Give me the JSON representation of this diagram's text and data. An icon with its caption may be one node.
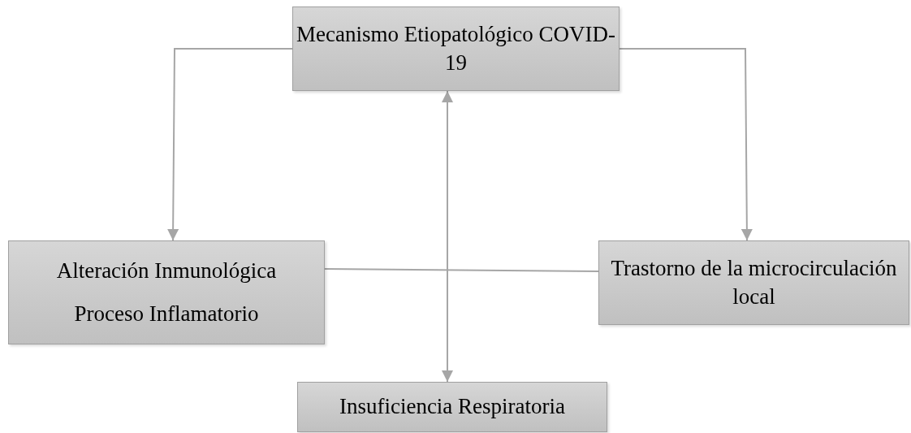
{
  "diagram": {
    "nodes": [
      {
        "text": [
          "Mecanismo Etiopatológico COVID-19"
        ]
      },
      {
        "text": [
          "Alteración Inmunológica",
          "Proceso Inflamatorio"
        ]
      },
      {
        "text": [
          "Trastorno de la microcirculación local"
        ]
      },
      {
        "text": [
          "Insuficiencia Respiratoria"
        ]
      }
    ],
    "edges": [
      {
        "from": 0,
        "to": 1,
        "arrow": "to"
      },
      {
        "from": 0,
        "to": 2,
        "arrow": "to"
      },
      {
        "from": 3,
        "to": 0,
        "arrow": "both"
      },
      {
        "from": 1,
        "to": 2,
        "arrow": "none"
      }
    ]
  }
}
